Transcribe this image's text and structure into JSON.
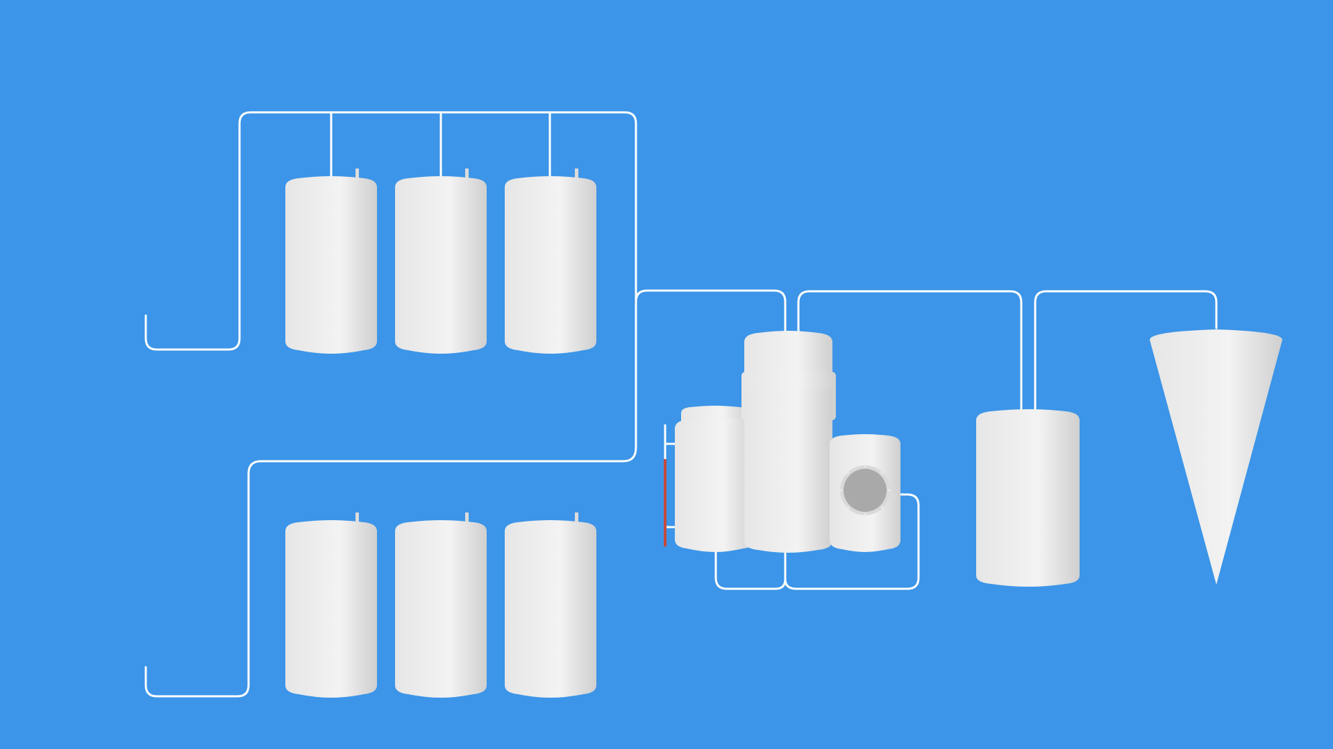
{
  "colors": {
    "background": "#3c95e8",
    "header_tab": "#a3a3a3",
    "pipe": "#ffffff",
    "tank_light": "#f3f3f3",
    "tank_mid": "#e6e6e6",
    "tank_shade": "#cfcfcf",
    "nozzle": "#dcdcdc",
    "level_gauge": "#c44a3a",
    "sight_glass": "#a9a9a9",
    "sight_glass_ring": "#d9d9d9"
  },
  "diagram": {
    "type": "process-flow",
    "header_tab_text": "",
    "storage_tank_rows": 2,
    "storage_tanks_per_row": 3,
    "process_vessels": [
      "jacketed-vessel",
      "column-vessel",
      "sight-glass-vessel"
    ],
    "receiver_tank_count": 1,
    "cone_hopper_count": 1,
    "gauges": [
      "level-gauge"
    ]
  }
}
